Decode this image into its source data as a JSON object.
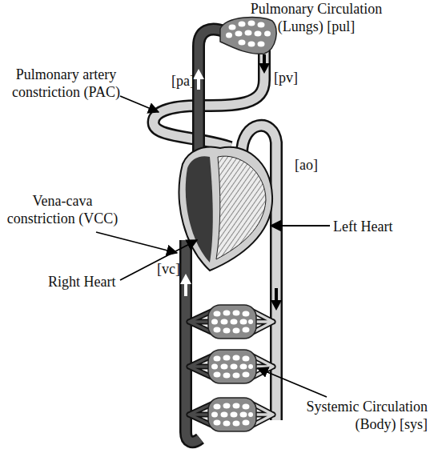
{
  "diagram": {
    "labels": [
      "Pulmonary Circulation (Lungs) [pul]",
      "[pa]",
      "[pv]",
      "Pulmonary artery constriction (PAC)",
      "Vena-cava constriction (VCC)",
      "[ao]",
      "Left Heart",
      "[vc]",
      "Right Heart",
      "Systemic Circulation (Body) [sys]"
    ]
  }
}
